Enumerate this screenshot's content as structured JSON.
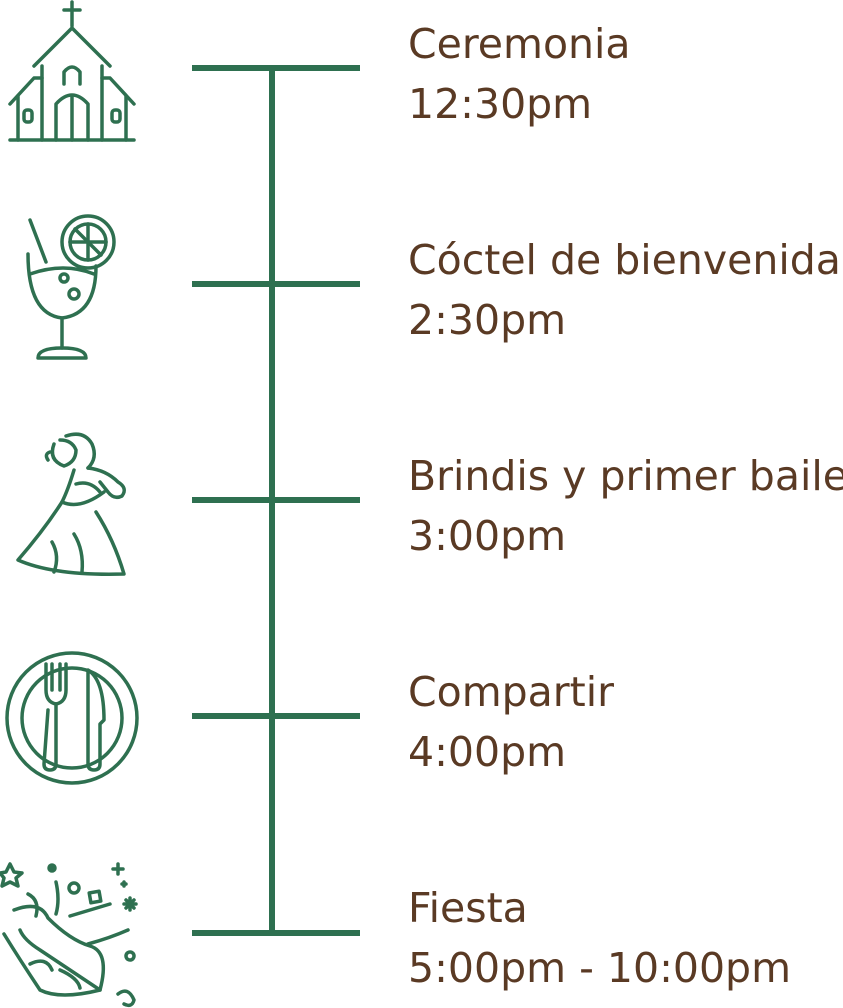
{
  "colors": {
    "line": "#2e7050",
    "text": "#5a3a24"
  },
  "events": [
    {
      "icon": "church-icon",
      "label": "Ceremonia",
      "time": "12:30pm"
    },
    {
      "icon": "cocktail-icon",
      "label": "Cóctel de bienvenida",
      "time": "2:30pm"
    },
    {
      "icon": "dancing-couple-icon",
      "label": "Brindis y primer baile",
      "time": "3:00pm"
    },
    {
      "icon": "plate-cutlery-icon",
      "label": "Compartir",
      "time": "4:00pm"
    },
    {
      "icon": "party-popper-icon",
      "label": "Fiesta",
      "time": "5:00pm - 10:00pm"
    }
  ]
}
